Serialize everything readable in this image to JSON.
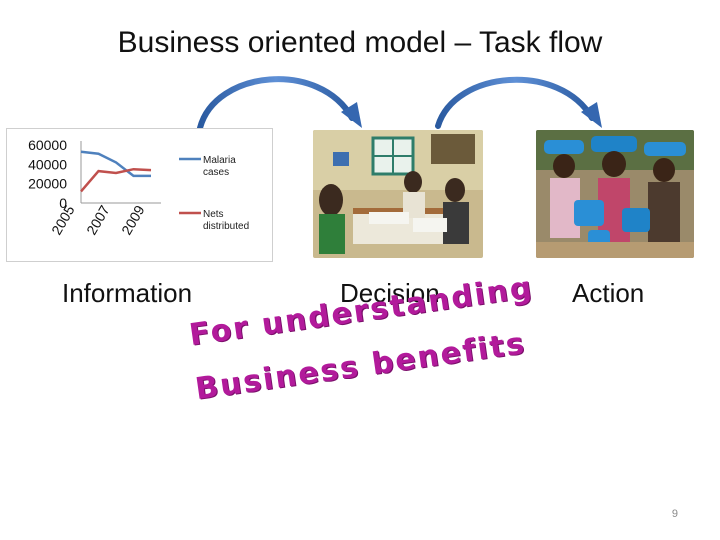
{
  "slide": {
    "title": "Business oriented model – Task flow",
    "page_number": "9"
  },
  "stages": {
    "information": "Information",
    "decision": "Decision",
    "action": "Action"
  },
  "overlay": {
    "line1": "For understanding",
    "line2": "Business benefits",
    "color": "#b21a9b"
  },
  "chart_data": {
    "type": "line",
    "x": [
      2005,
      2006,
      2007,
      2008,
      2009
    ],
    "xticks": [
      "2005",
      "2007",
      "2009"
    ],
    "yticks": [
      "60000",
      "40000",
      "20000",
      "0"
    ],
    "ylim": [
      0,
      60000
    ],
    "series": [
      {
        "name": "Malaria cases",
        "color": "#4f81bd",
        "values": [
          53000,
          51000,
          42000,
          28000,
          28000
        ]
      },
      {
        "name": "Nets distributed",
        "color": "#c0504d",
        "values": [
          12000,
          33000,
          31000,
          35000,
          34000
        ]
      }
    ],
    "legend": "right"
  }
}
